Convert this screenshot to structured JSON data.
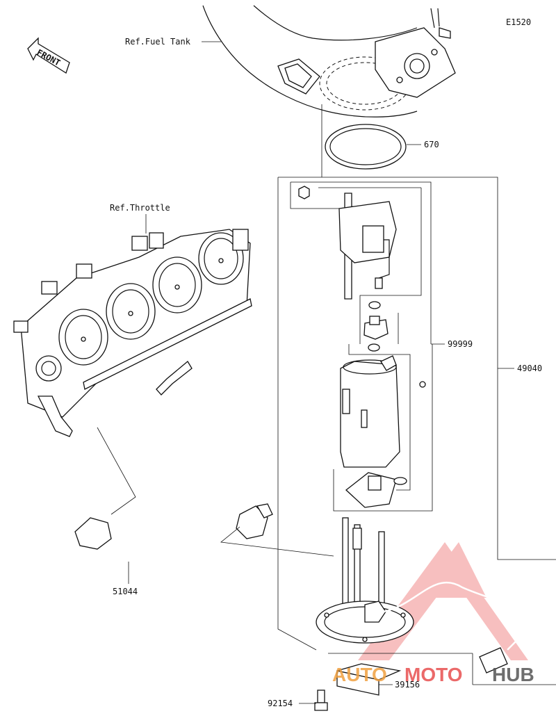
{
  "diagram_code": "E1520",
  "front_marker": "FRONT",
  "references": {
    "fuel_tank": "Ref.Fuel Tank",
    "throttle": "Ref.Throttle"
  },
  "part_numbers": {
    "gasket": "670",
    "pump_assembly": "99999",
    "fuel_pump": "49040",
    "hose": "51044",
    "pad": "39156",
    "bolt": "92154"
  },
  "watermark": {
    "left": "AUTO",
    "middle": "MOTO",
    "right": "HUB",
    "left_color": "#f0a040",
    "middle_color": "#e85050",
    "right_color": "#555555"
  }
}
